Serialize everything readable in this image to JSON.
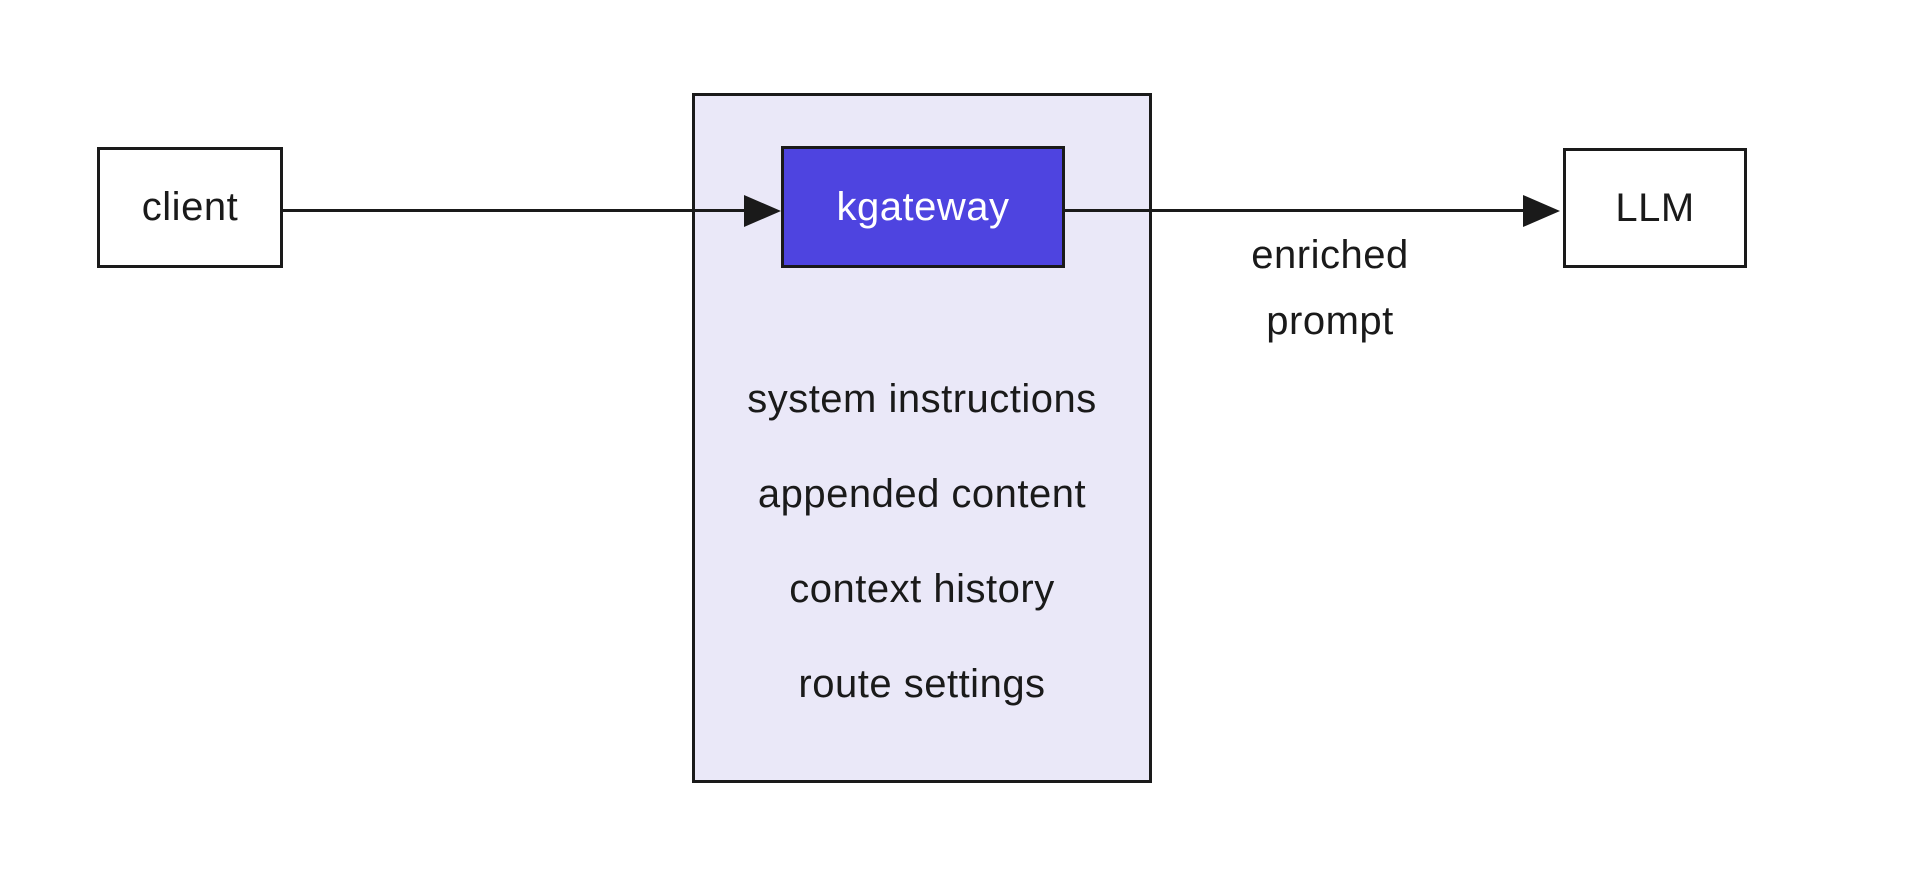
{
  "nodes": {
    "client": {
      "label": "client"
    },
    "gateway": {
      "label": "kgateway"
    },
    "llm": {
      "label": "LLM"
    }
  },
  "enrichment_box": {
    "items": [
      "system instructions",
      "appended content",
      "context history",
      "route settings"
    ]
  },
  "edges": {
    "gateway_to_llm": {
      "label": "enriched prompt"
    }
  },
  "colors": {
    "canvas": "#ffffff",
    "stroke": "#1a1a1a",
    "gateway_fill": "#4e44e0",
    "gateway_text": "#ffffff",
    "enrichment_fill": "#eae8f8"
  }
}
